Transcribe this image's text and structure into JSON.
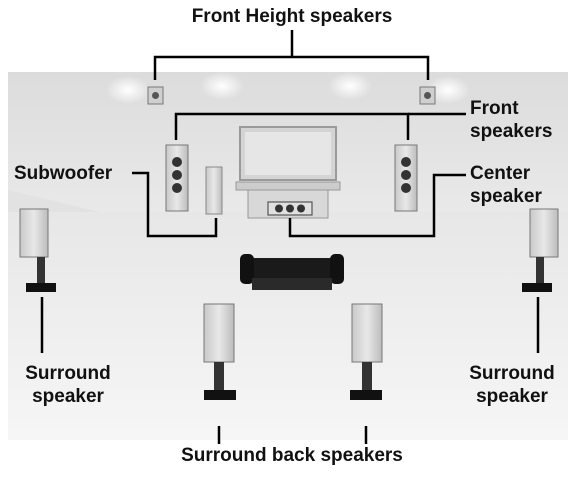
{
  "labels": {
    "front_height": "Front Height speakers",
    "front": "Front\nspeakers",
    "subwoofer": "Subwoofer",
    "center": "Center\nspeaker",
    "surround_left": "Surround\nspeaker",
    "surround_right": "Surround\nspeaker",
    "surround_back": "Surround back speakers"
  },
  "colors": {
    "room_wall": "#e4e4e4",
    "room_floor": "#f1f1f1",
    "speaker_face": "#d9d9d9",
    "speaker_edge": "#8a8a8a",
    "dark": "#151515",
    "line": "#000000"
  }
}
